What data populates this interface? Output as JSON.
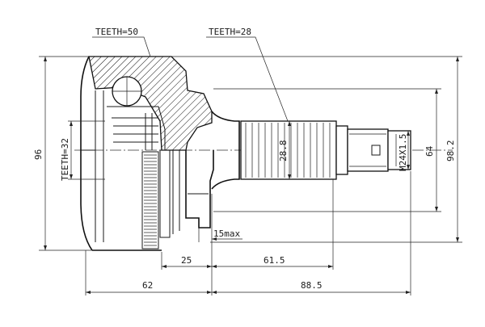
{
  "labels": {
    "teeth_outer": "TEETH=50",
    "teeth_shaft": "TEETH=28",
    "teeth_inner": "TEETH=32",
    "thread": "M24X1.5",
    "spline_dia": "28.8",
    "groove": "15max"
  },
  "dimensions": {
    "height_total": "96",
    "height_shaft": "64",
    "height_hub": "98.2",
    "len_seal": "25",
    "len_shaft": "61.5",
    "len_body": "62",
    "len_stub": "88.5"
  }
}
